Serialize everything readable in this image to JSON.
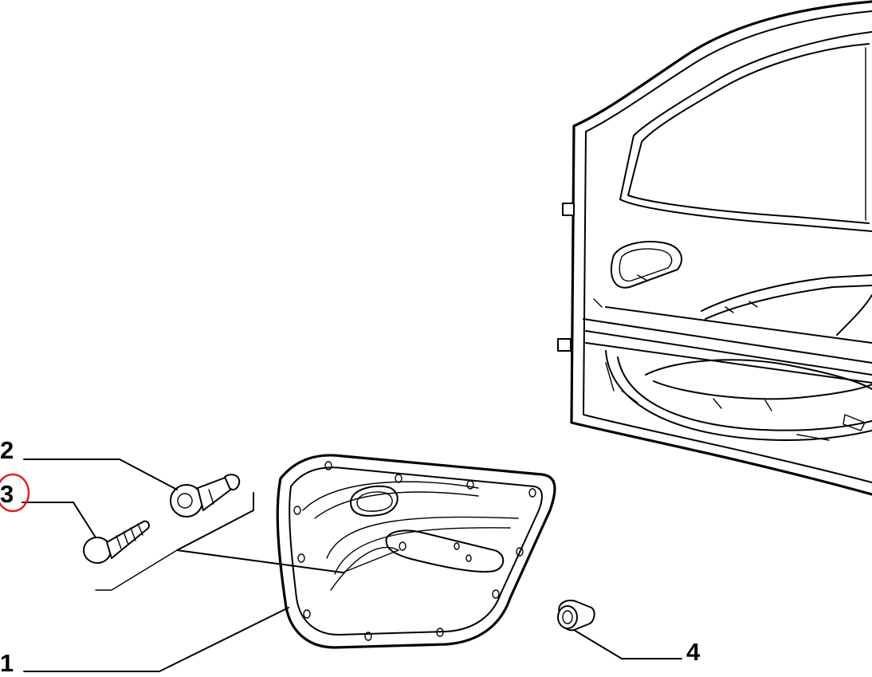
{
  "callouts": [
    {
      "id": "2",
      "label": "2",
      "highlighted": false
    },
    {
      "id": "3",
      "label": "3",
      "highlighted": true
    },
    {
      "id": "1",
      "label": "1",
      "highlighted": false
    },
    {
      "id": "4",
      "label": "4",
      "highlighted": false
    }
  ],
  "colors": {
    "ink": "#000000",
    "paper": "#ffffff",
    "highlight": "#e02020"
  }
}
